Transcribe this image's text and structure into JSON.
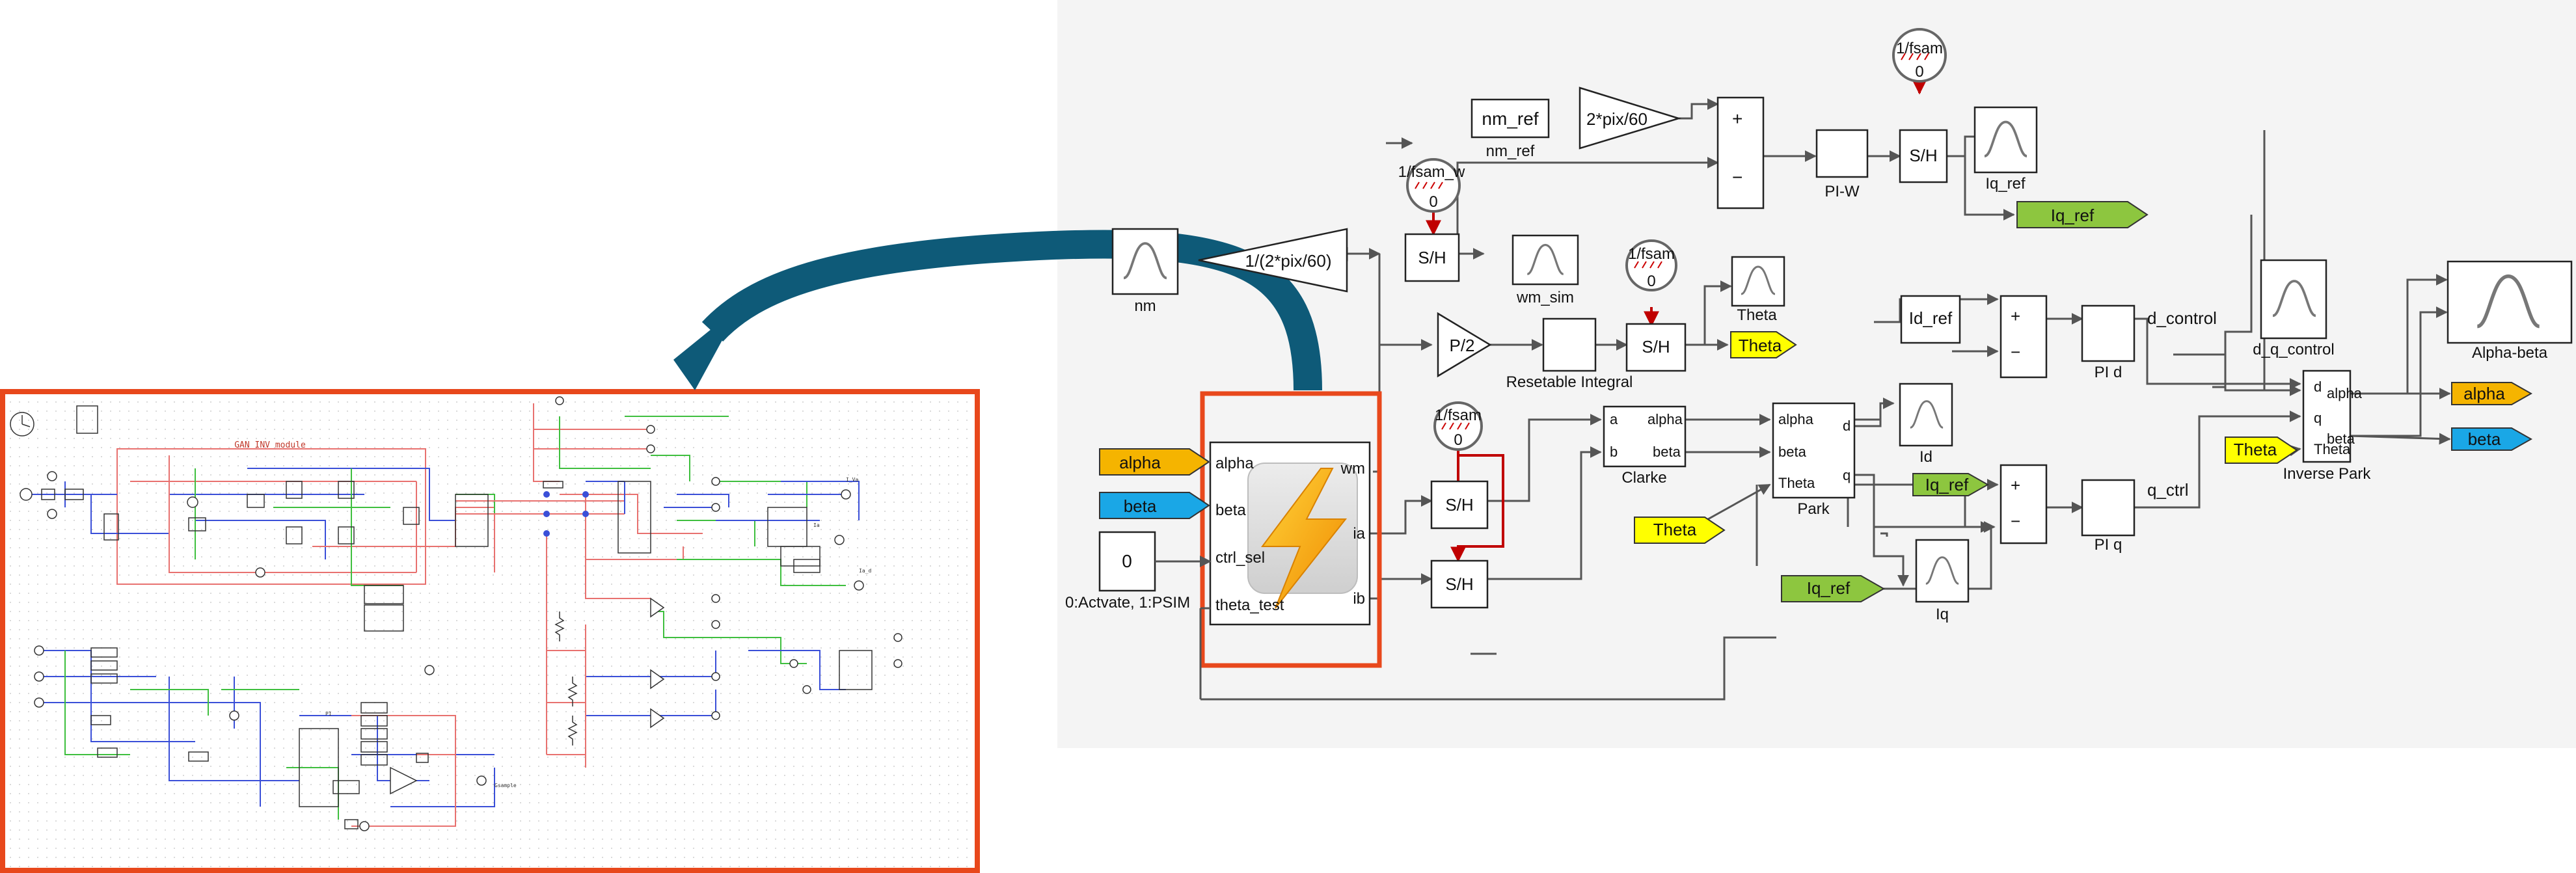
{
  "schematic": {
    "module_title": "GAN INV module"
  },
  "blocks": {
    "nm_ref": "nm_ref",
    "nm_ref_caption": "nm_ref",
    "gain_wref": "2*pix/60",
    "sum_top_plus": "+",
    "sum_top_minus": "−",
    "pi_w": "PI-W",
    "sh": "S/H",
    "iq_ref_scope": "Iq_ref",
    "iq_ref_tag": "Iq_ref",
    "clock_fsam": "1/fsam",
    "clock_fsam_w": "1/fsam_w",
    "clock_value": "0",
    "nm_scope": "nm",
    "gain_wm": "1/(2*pix/60)",
    "wm_sim_scope": "wm_sim",
    "theta_scope": "Theta",
    "theta_tag": "Theta",
    "gain_p2": "P/2",
    "resetable_integral": "Resetable Integral",
    "id_ref": "Id_ref",
    "sum_plus": "+",
    "sum_minus": "−",
    "pi_d": "PI d",
    "d_control": "d_control",
    "dq_scope": "d_q_control",
    "alphabeta_scope": "Alpha-beta",
    "inv_park_caption": "Inverse Park",
    "inv_park_in_d": "d",
    "inv_park_in_q": "q",
    "inv_park_in_theta": "Theta",
    "inv_park_out_alpha": "alpha",
    "inv_park_out_beta": "beta",
    "alpha_out_tag": "alpha",
    "beta_out_tag": "beta",
    "theta_in_tag": "Theta",
    "iq_ref_in_tag": "Iq_ref",
    "pi_q": "PI q",
    "q_ctrl": "q_ctrl",
    "clarke_caption": "Clarke",
    "clarke_in_a": "a",
    "clarke_in_b": "b",
    "clarke_out_alpha": "alpha",
    "clarke_out_beta": "beta",
    "park_caption": "Park",
    "park_in_alpha": "alpha",
    "park_in_beta": "beta",
    "park_in_theta": "Theta",
    "park_out_d": "d",
    "park_out_q": "q",
    "id_scope": "Id",
    "iq_scope": "Iq",
    "theta_tag_mid": "Theta",
    "iq_ref_tag_low": "Iq_ref",
    "alpha_tag": "alpha",
    "beta_tag": "beta",
    "const_value": "0",
    "const_caption": "0:Actvate, 1:PSIM",
    "sub_in_alpha": "alpha",
    "sub_in_beta": "beta",
    "sub_in_ctrl": "ctrl_sel",
    "sub_in_theta": "theta_test",
    "sub_out_wm": "wm",
    "sub_out_ia": "ia",
    "sub_out_ib": "ib"
  },
  "colors": {
    "tag_orange": "#f5b400",
    "tag_blue": "#1aa7e6",
    "tag_yellow": "#ffff00",
    "tag_green": "#8dc63f",
    "highlight_red": "#e8481c",
    "arrow_teal": "#0e5a78",
    "schematic_red": "#e8716f",
    "schematic_green": "#3fbf3f",
    "schematic_blue": "#3a4fd8"
  },
  "icons": {
    "subsystem": "lightning-bolt-icon",
    "scope": "scope-waveform-icon",
    "clock": "clock-icon"
  }
}
